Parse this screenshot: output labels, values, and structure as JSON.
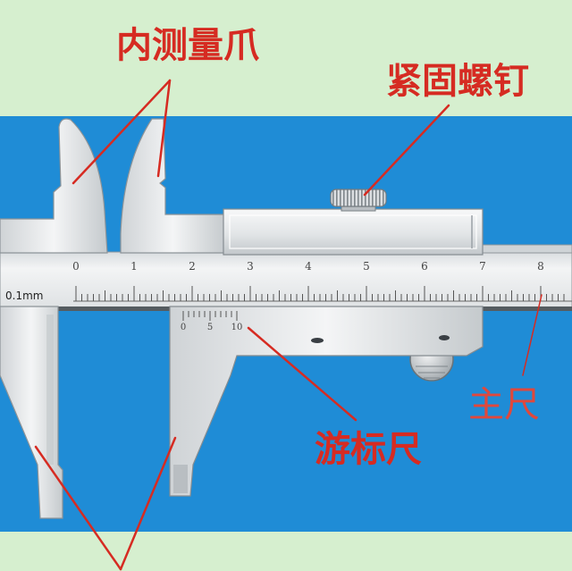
{
  "labels": {
    "inner_jaws": "内测量爪",
    "locking_screw": "紧固螺钉",
    "main_scale": "主尺",
    "vernier_scale": "游标尺"
  },
  "main_scale": {
    "unit": "0.1mm",
    "numbers": [
      "0",
      "1",
      "2",
      "3",
      "4",
      "5",
      "6",
      "7",
      "8"
    ]
  },
  "vernier_scale": {
    "numbers": [
      "0",
      "5",
      "10"
    ]
  },
  "colors": {
    "label_red": "#d62b22",
    "main_scale_label": "#e0483c",
    "background_blue": "#1f8cd6",
    "background_green": "#d6efcf",
    "metal": "#e3e6e8"
  }
}
